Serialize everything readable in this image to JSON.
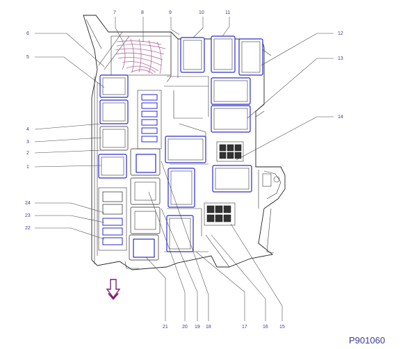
{
  "callouts": {
    "c1": "1",
    "c2": "2",
    "c3": "3",
    "c4": "4",
    "c5": "5",
    "c6": "6",
    "c7": "7",
    "c8": "8",
    "c9": "9",
    "c10": "10",
    "c11": "11",
    "c12": "12",
    "c13": "13",
    "c14": "14",
    "c15": "15",
    "c16": "16",
    "c17": "17",
    "c18": "18",
    "c19": "19",
    "c20": "20",
    "c21": "21",
    "c22": "22",
    "c23": "23",
    "c24": "24"
  },
  "reference_code": "P901060",
  "colors": {
    "relay_outline": "#2a2ad6",
    "callout_text": "#3a3a9a",
    "arrow": "#7a1f7a",
    "cable": "#b06a9a"
  },
  "icons": {
    "direction_arrow": "down-arrow-icon"
  }
}
